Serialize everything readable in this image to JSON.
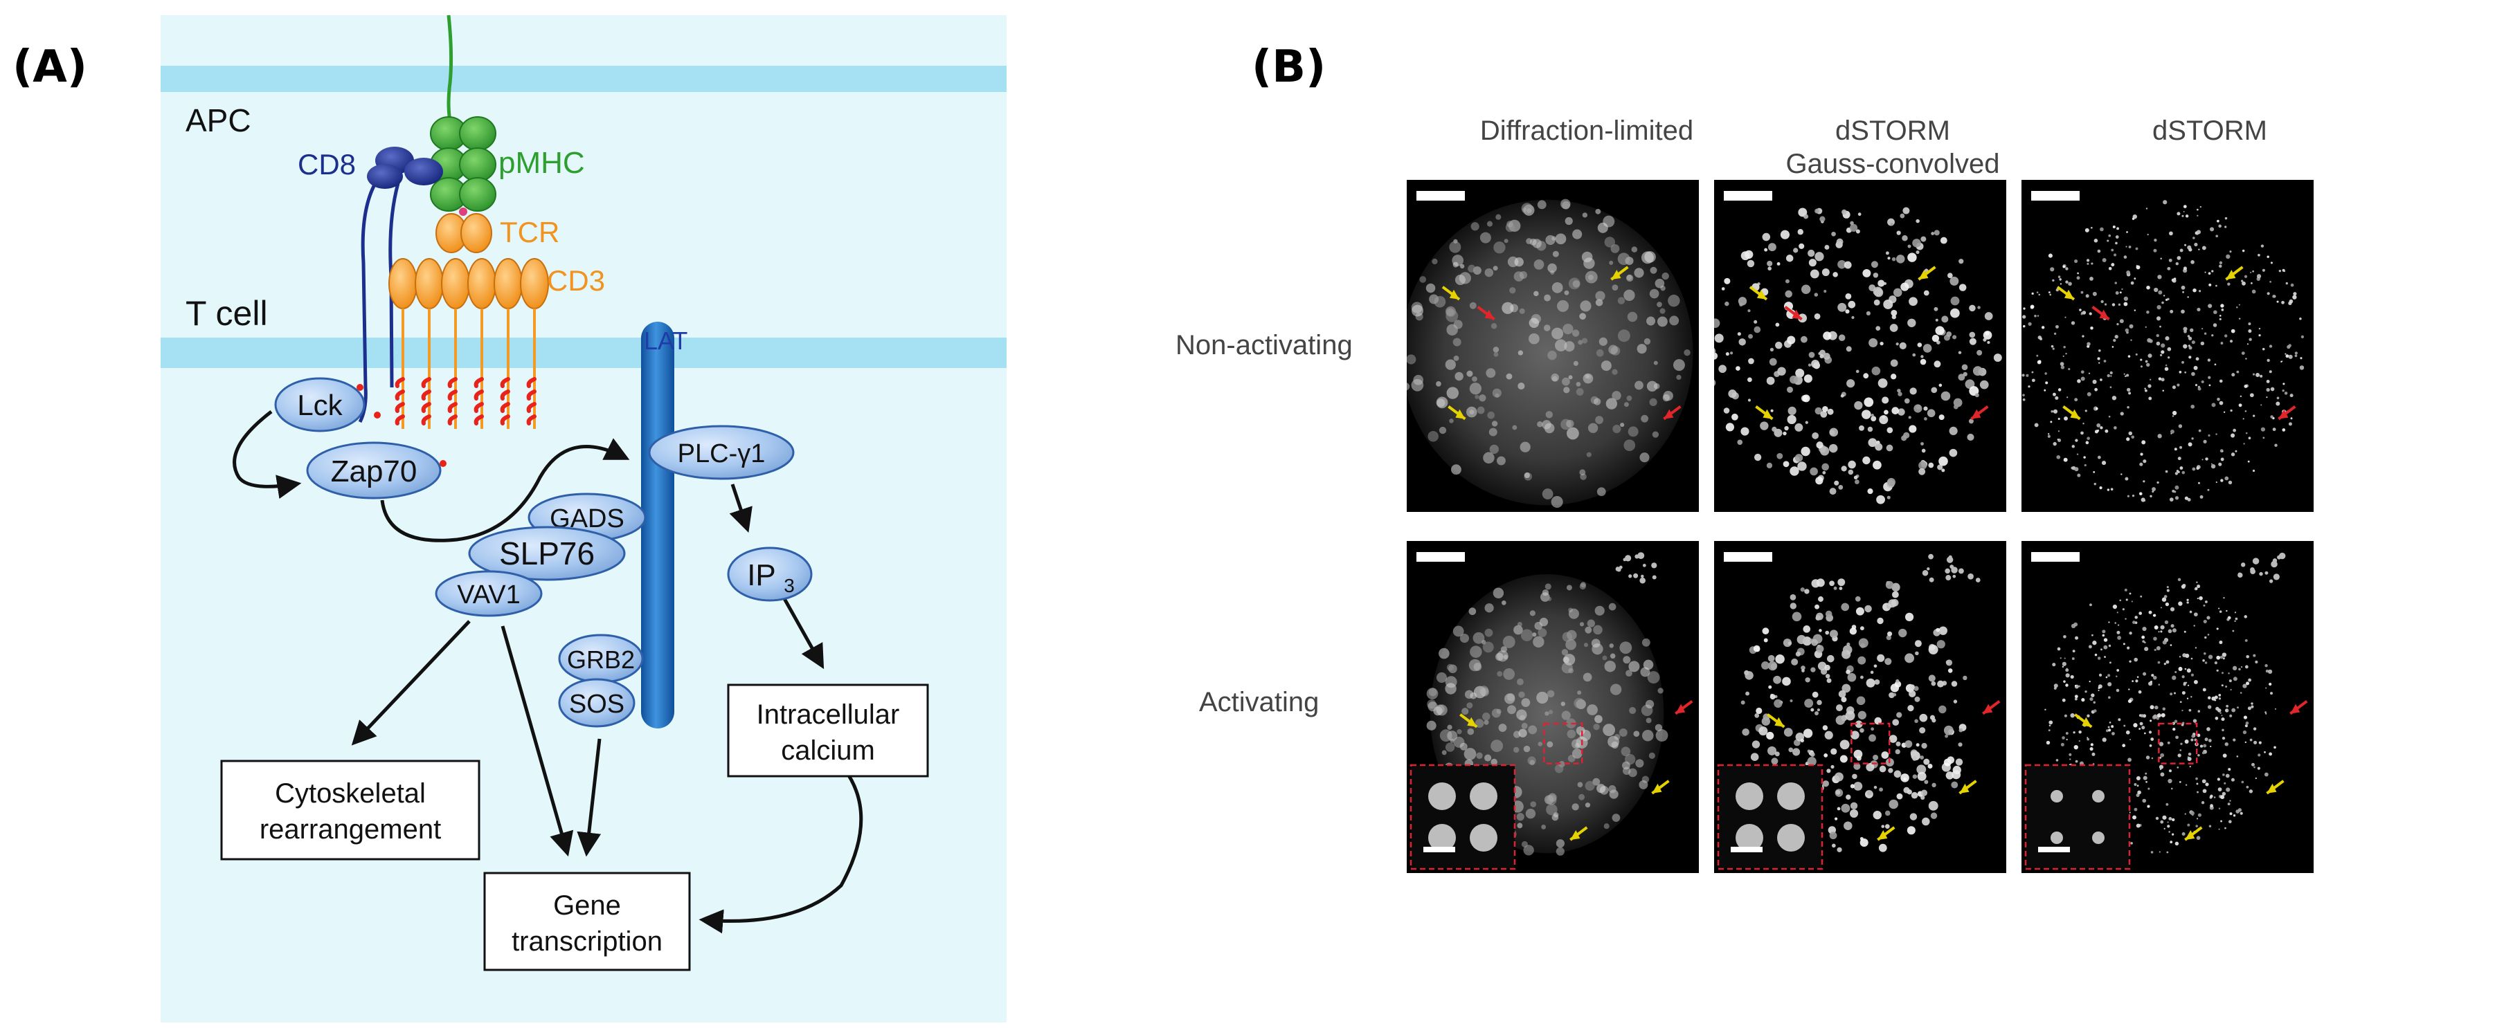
{
  "panel_a": {
    "label": "(A)",
    "apc_label": "APC",
    "tcell_label": "T cell",
    "molecules": {
      "cd8": "CD8",
      "pmhc": "pMHC",
      "tcr": "TCR",
      "cd3": "CD3",
      "lat": "LAT",
      "lck": "Lck",
      "zap70": "Zap70",
      "plc": "PLC-γ1",
      "gads": "GADS",
      "slp76": "SLP76",
      "vav1": "VAV1",
      "grb2": "GRB2",
      "sos": "SOS",
      "ip3": "IP",
      "ip3_sub": "3"
    },
    "outcomes": {
      "cytoskeletal_1": "Cytoskeletal",
      "cytoskeletal_2": "rearrangement",
      "gene_1": "Gene",
      "gene_2": "transcription",
      "calcium_1": "Intracellular",
      "calcium_2": "calcium"
    },
    "colors": {
      "membrane": "#a6e1f3",
      "cytoplasm": "#e4f8fc",
      "pmhc": "#3aa83a",
      "cd8": "#1c2f8c",
      "tcr_cd3": "#f7a22d",
      "itam": "#e8241a",
      "lat": "#1f72c2",
      "node": "#a9c9f0"
    }
  },
  "panel_b": {
    "label": "(B)",
    "columns": [
      "Diffraction-limited",
      "dSTORM",
      "Gauss-convolved",
      "dSTORM"
    ],
    "rows": [
      "Non-activating",
      "Activating"
    ]
  }
}
